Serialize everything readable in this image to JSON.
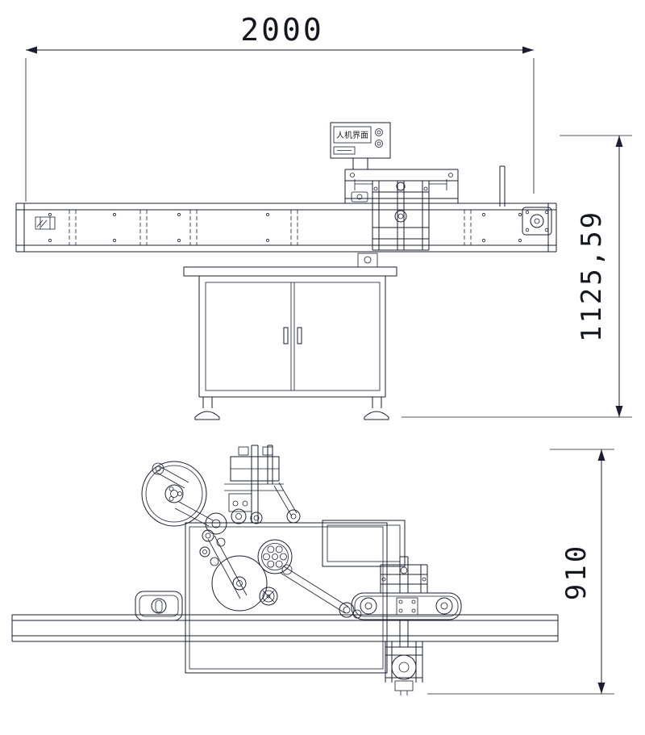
{
  "drawing": {
    "dim_length": "2000",
    "dim_height": "1125,59",
    "dim_width": "910",
    "hmi_label": "人机界面",
    "colors": {
      "line": "#1d1d30",
      "background": "#ffffff"
    }
  }
}
